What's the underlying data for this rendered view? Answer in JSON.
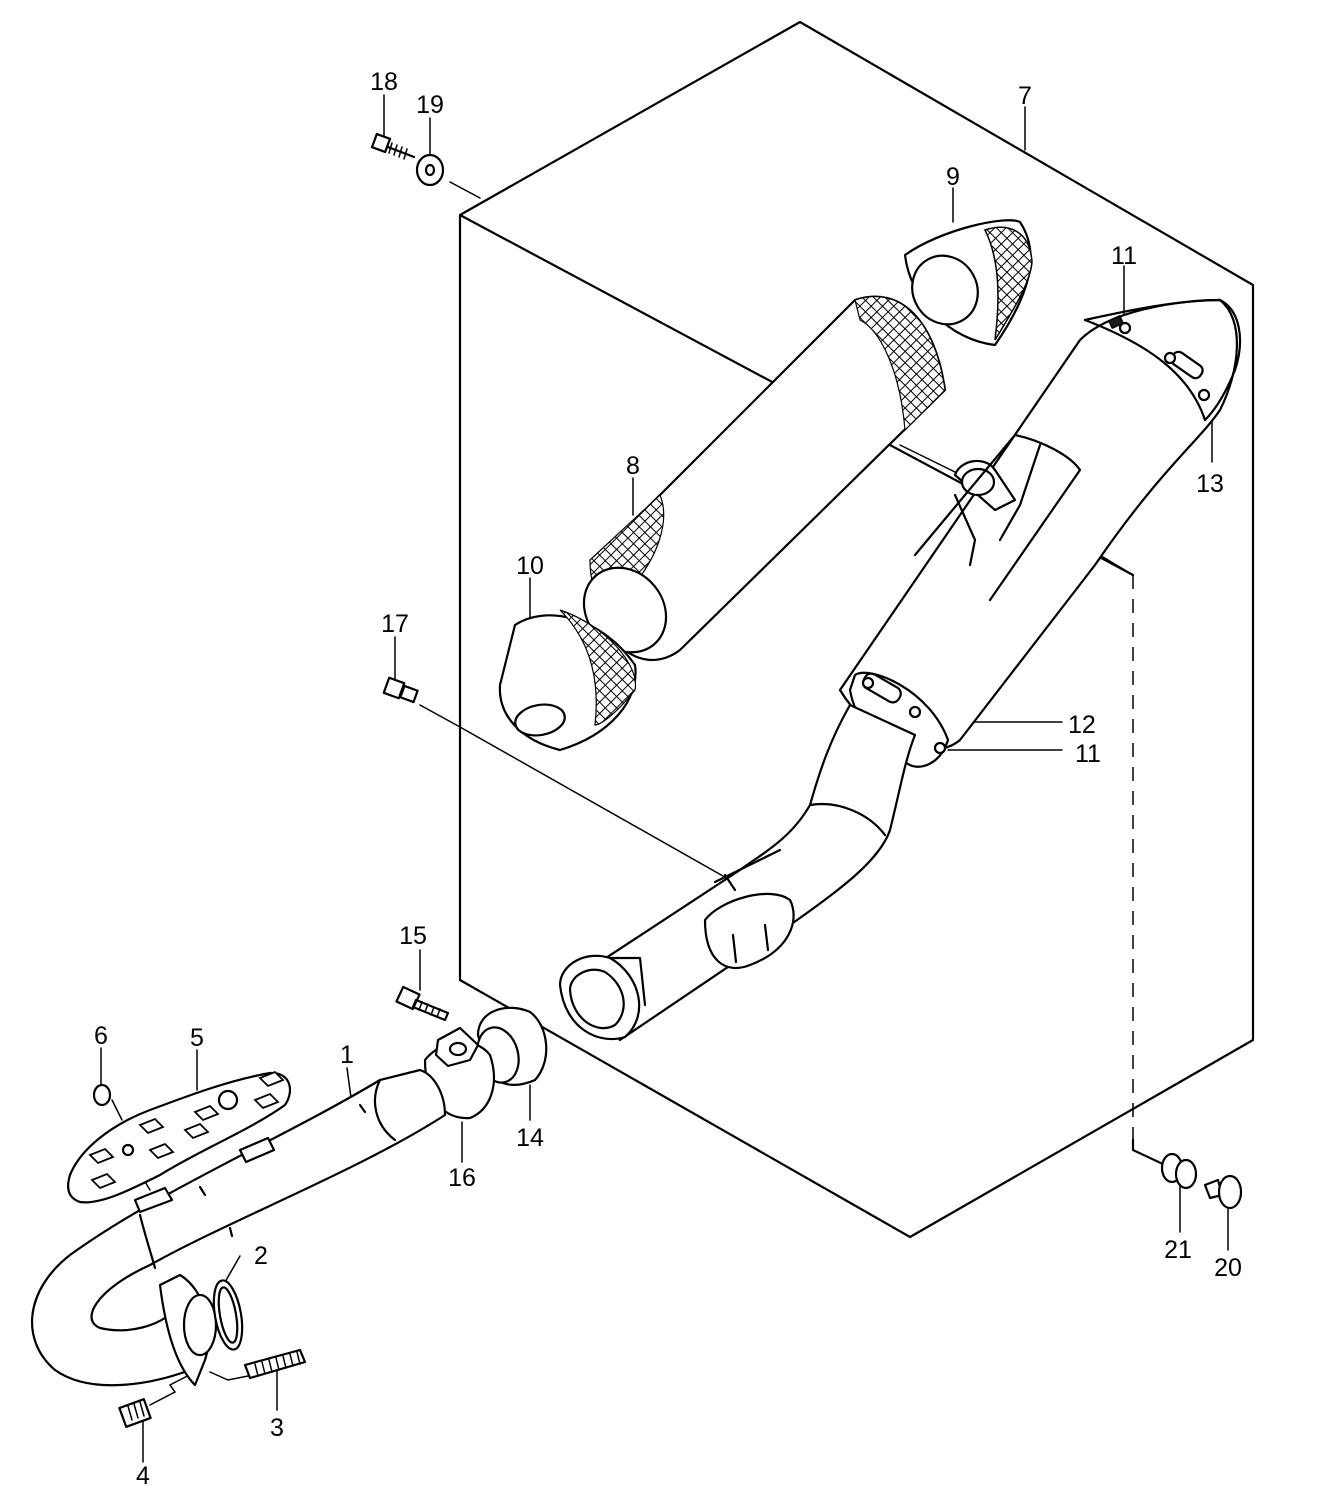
{
  "diagram": {
    "callouts": [
      "1",
      "2",
      "3",
      "4",
      "5",
      "6",
      "7",
      "8",
      "9",
      "10",
      "11",
      "11",
      "12",
      "13",
      "14",
      "15",
      "16",
      "17",
      "18",
      "19",
      "20",
      "21"
    ]
  }
}
